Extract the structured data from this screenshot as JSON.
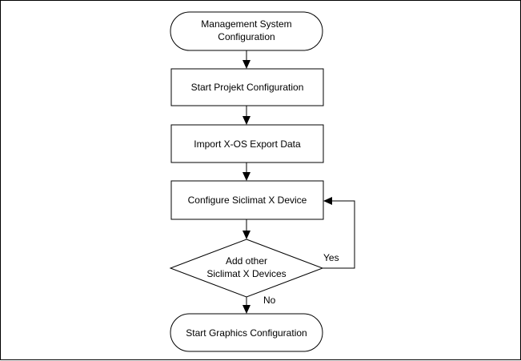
{
  "flowchart": {
    "start_node": {
      "lines": [
        "Management System",
        "Configuration"
      ]
    },
    "step_projekt": {
      "label": "Start Projekt Configuration"
    },
    "step_import": {
      "label": "Import X-OS Export Data"
    },
    "step_configure": {
      "label": "Configure Siclimat X Device"
    },
    "decision": {
      "lines": [
        "Add other",
        "Siclimat X Devices"
      ],
      "yes_label": "Yes",
      "no_label": "No"
    },
    "end_node": {
      "label": "Start Graphics Configuration"
    }
  }
}
